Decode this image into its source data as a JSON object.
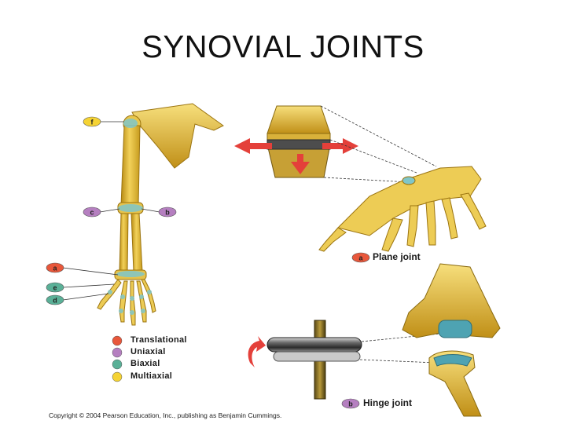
{
  "title": "SYNOVIAL JOINTS",
  "arm_markers": [
    {
      "letter": "f",
      "color": "#f5d334"
    },
    {
      "letter": "c",
      "color": "#b57fc0"
    },
    {
      "letter": "b",
      "color": "#b57fc0"
    },
    {
      "letter": "a",
      "color": "#e8573b"
    },
    {
      "letter": "e",
      "color": "#5ab097"
    },
    {
      "letter": "d",
      "color": "#5ab097"
    }
  ],
  "plane_joint": {
    "marker": "a",
    "label": "Plane joint"
  },
  "hinge_joint": {
    "marker": "b",
    "label": "Hinge joint"
  },
  "legend": [
    {
      "label": "Translational",
      "color": "#e8573b"
    },
    {
      "label": "Uniaxial",
      "color": "#b57fc0"
    },
    {
      "label": "Biaxial",
      "color": "#5ab097"
    },
    {
      "label": "Multiaxial",
      "color": "#f5d334"
    }
  ],
  "copyright": "Copyright © 2004 Pearson Education, Inc., publishing as Benjamin Cummings."
}
